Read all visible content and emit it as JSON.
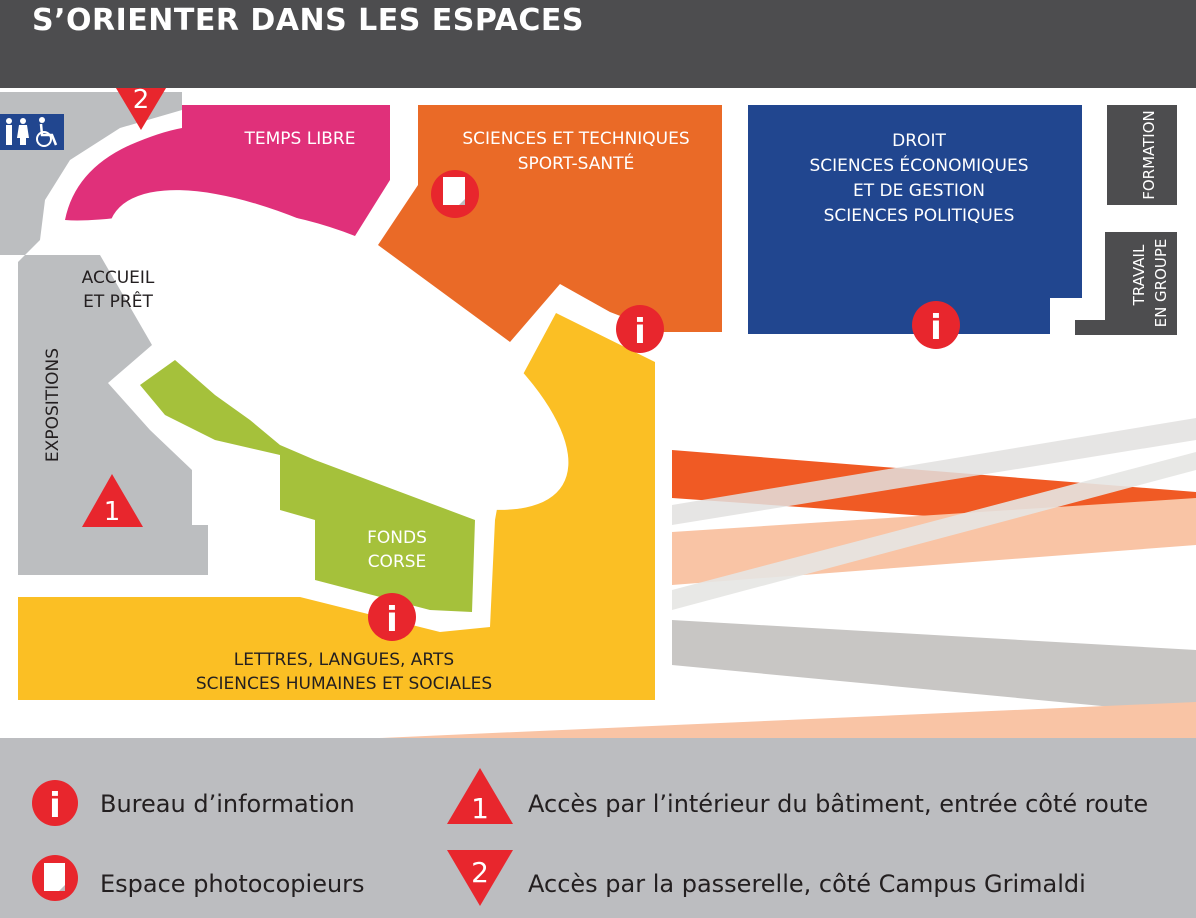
{
  "header": {
    "title": "S’ORIENTER DANS LES ESPACES"
  },
  "zones": {
    "temps_libre": "TEMPS LIBRE",
    "sciences_techniques": [
      "SCIENCES ET TECHNIQUES",
      "SPORT-SANTÉ"
    ],
    "droit": [
      "DROIT",
      "SCIENCES ÉCONOMIQUES",
      "ET DE GESTION",
      "SCIENCES POLITIQUES"
    ],
    "formation": "FORMATION",
    "travail_groupe": [
      "TRAVAIL",
      "EN GROUPE"
    ],
    "accueil": [
      "ACCUEIL",
      "ET PRÊT"
    ],
    "expositions": "EXPOSITIONS",
    "fonds_corse": [
      "FONDS",
      "CORSE"
    ],
    "lettres": [
      "LETTRES, LANGUES, ARTS",
      "SCIENCES HUMAINES ET SOCIALES"
    ]
  },
  "markers": {
    "access1": "1",
    "access2": "2",
    "info": "i"
  },
  "legend": {
    "info": "Bureau d’information",
    "photocopy": "Espace photocopieurs",
    "access1_num": "1",
    "access1": "Accès par l’intérieur du bâtiment, entrée côté route",
    "access2_num": "2",
    "access2": "Accès par la passerelle, côté Campus Grimaldi"
  },
  "colors": {
    "header": "#4d4d4f",
    "grey": "#bcbec0",
    "pink": "#e0307a",
    "orange": "#ea6a27",
    "blue": "#21468f",
    "yellow": "#fbbf24",
    "green": "#a5c13b",
    "red": "#e8262d",
    "dark": "#4d4d4f"
  }
}
